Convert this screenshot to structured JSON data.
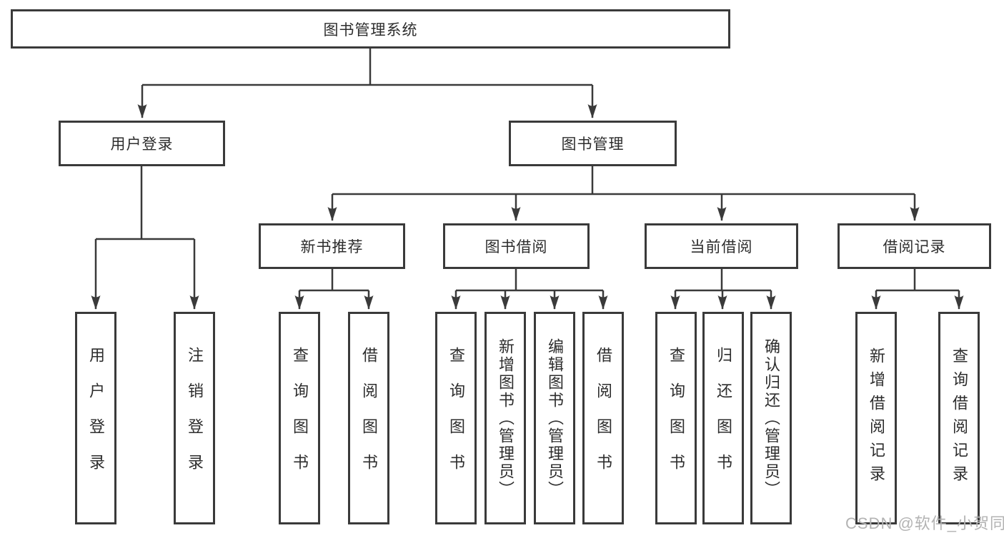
{
  "diagram": {
    "type": "hierarchy",
    "colors": {
      "line": "#3a3a3a",
      "box_bg": "#ffffff",
      "text": "#2d2d2d"
    },
    "root": {
      "label": "图书管理系统"
    },
    "level2": [
      {
        "label": "用户登录",
        "parent": "图书管理系统"
      },
      {
        "label": "图书管理",
        "parent": "图书管理系统"
      }
    ],
    "level3": [
      {
        "label": "新书推荐",
        "parent": "图书管理"
      },
      {
        "label": "图书借阅",
        "parent": "图书管理"
      },
      {
        "label": "当前借阅",
        "parent": "图书管理"
      },
      {
        "label": "借阅记录",
        "parent": "图书管理"
      }
    ],
    "leaves": [
      {
        "label": "用户登录",
        "parent": "用户登录"
      },
      {
        "label": "注销登录",
        "parent": "用户登录"
      },
      {
        "label": "查询图书",
        "parent": "新书推荐"
      },
      {
        "label": "借阅图书",
        "parent": "新书推荐"
      },
      {
        "label": "查询图书",
        "parent": "图书借阅"
      },
      {
        "label": "新增图书（管理员）",
        "parent": "图书借阅"
      },
      {
        "label": "编辑图书（管理员）",
        "parent": "图书借阅"
      },
      {
        "label": "借阅图书",
        "parent": "图书借阅"
      },
      {
        "label": "查询图书",
        "parent": "当前借阅"
      },
      {
        "label": "归还图书",
        "parent": "当前借阅"
      },
      {
        "label": "确认归还（管理员）",
        "parent": "当前借阅"
      },
      {
        "label": "新增借阅记录",
        "parent": "借阅记录"
      },
      {
        "label": "查询借阅记录",
        "parent": "借阅记录"
      }
    ]
  },
  "watermark": {
    "text": "CSDN @软件_小贺同学",
    "color": "#b3b3b3"
  }
}
